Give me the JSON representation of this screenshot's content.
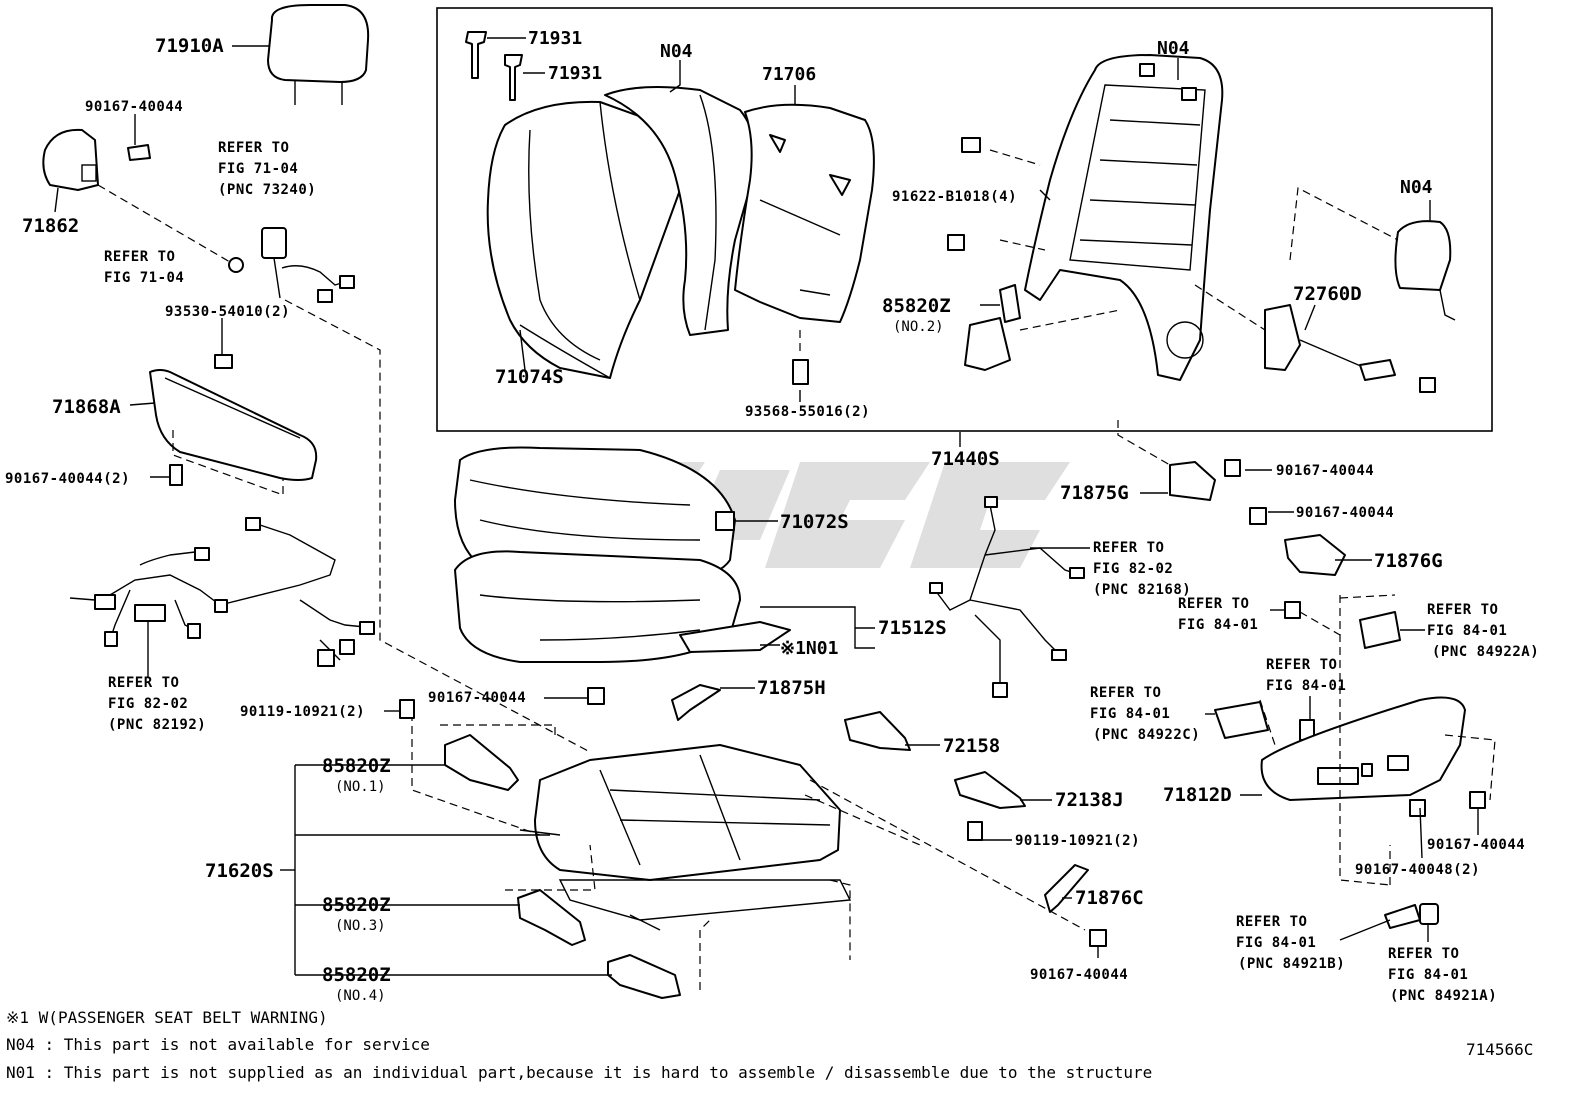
{
  "diagram_id": "714566C",
  "footnotes": {
    "w": "※1 W(PASSENGER SEAT BELT WARNING)",
    "n04": "N04 : This part is not available for service",
    "n01": "N01 : This part is not supplied as an individual part,because it is hard to assemble / disassemble  due to the structure"
  },
  "parts": {
    "p71910A": "71910A",
    "p90167_top": "90167-40044",
    "p71862": "71862",
    "p93530": "93530-54010(2)",
    "p71868A": "71868A",
    "p90167_2": "90167-40044(2)",
    "p71931a": "71931",
    "p71931b": "71931",
    "p_n04_a": "N04",
    "p71706": "71706",
    "p_n04_b": "N04",
    "p91622": "91622-B1018(4)",
    "p_n04_c": "N04",
    "p85820z_2": "85820Z",
    "p85820z_2_sub": "(NO.2)",
    "p72760D": "72760D",
    "p71074S": "71074S",
    "p93568": "93568-55016(2)",
    "p71440S": "71440S",
    "p71875G": "71875G",
    "p90167_g": "90167-40044",
    "p71072S": "71072S",
    "p90167_g2": "90167-40044",
    "p71876G": "71876G",
    "p71512S": "71512S",
    "p1N01": "※1N01",
    "p90119_a": "90119-10921(2)",
    "p90167_c": "90167-40044",
    "p71875H": "71875H",
    "p72158": "72158",
    "p85820z_1": "85820Z",
    "p85820z_1_sub": "(NO.1)",
    "p72138J": "72138J",
    "p71812D": "71812D",
    "p90119_b": "90119-10921(2)",
    "p71620S": "71620S",
    "p85820z_3": "85820Z",
    "p85820z_3_sub": "(NO.3)",
    "p71876C": "71876C",
    "p85820z_4": "85820Z",
    "p85820z_4_sub": "(NO.4)",
    "p90167_e": "90167-40044",
    "p90167_f": "90167-40044",
    "p90167_48": "90167-40048(2)"
  },
  "refs": {
    "r1": [
      "REFER TO",
      "FIG 71-04",
      "(PNC 73240)"
    ],
    "r2": [
      "REFER TO",
      "FIG 71-04"
    ],
    "r3": [
      "REFER TO",
      "FIG 82-02",
      "(PNC 82192)"
    ],
    "r4": [
      "REFER TO",
      "FIG 82-02",
      "(PNC 82168)"
    ],
    "r5": [
      "REFER TO",
      "FIG 84-01"
    ],
    "r6": [
      "REFER TO",
      "FIG 84-01",
      "(PNC 84922A)"
    ],
    "r7": [
      "REFER TO",
      "FIG 84-01"
    ],
    "r8": [
      "REFER TO",
      "FIG 84-01",
      "(PNC 84922C)"
    ],
    "r9": [
      "REFER TO",
      "FIG 84-01",
      "(PNC 84921B)"
    ],
    "r10": [
      "REFER TO",
      "FIG 84-01",
      "(PNC 84921A)"
    ]
  }
}
